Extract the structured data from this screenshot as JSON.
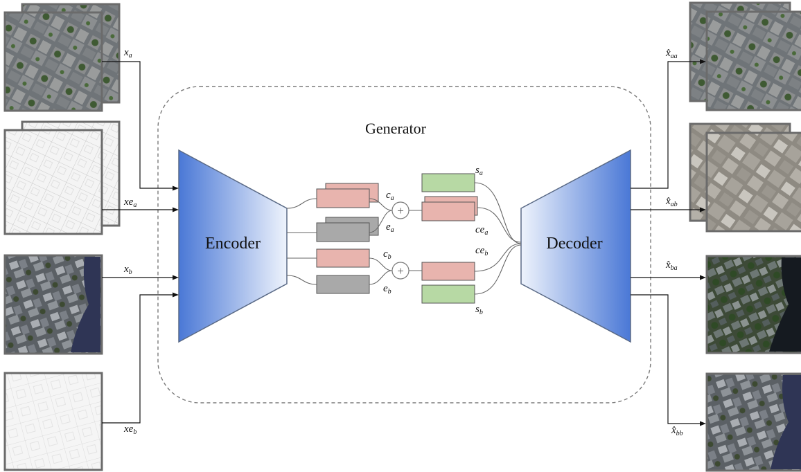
{
  "diagram": {
    "generator_label": "Generator",
    "encoder_label": "Encoder",
    "decoder_label": "Decoder",
    "inputs": [
      {
        "base": "x",
        "sub": "a"
      },
      {
        "base": "xe",
        "sub": "a"
      },
      {
        "base": "x",
        "sub": "b"
      },
      {
        "base": "xe",
        "sub": "b"
      }
    ],
    "codes": {
      "c_a": {
        "base": "c",
        "sub": "a"
      },
      "e_a": {
        "base": "e",
        "sub": "a"
      },
      "c_b": {
        "base": "c",
        "sub": "b"
      },
      "e_b": {
        "base": "e",
        "sub": "b"
      },
      "s_a": {
        "base": "s",
        "sub": "a"
      },
      "s_b": {
        "base": "s",
        "sub": "b"
      },
      "ce_a": {
        "base": "ce",
        "sub": "a"
      },
      "ce_b": {
        "base": "ce",
        "sub": "b"
      }
    },
    "outputs": [
      {
        "base": "x̂",
        "sub": "aa"
      },
      {
        "base": "x̂",
        "sub": "ab"
      },
      {
        "base": "x̂",
        "sub": "ba"
      },
      {
        "base": "x̂",
        "sub": "bb"
      }
    ],
    "plus_symbol": "+",
    "colors": {
      "encoder_dark": "#4a78d6",
      "encoder_light": "#eef3fc",
      "content_box": "#e8b4ae",
      "edge_box": "#a9a9a9",
      "style_box": "#b7d9a4",
      "frame": "#6b6b6b"
    }
  }
}
